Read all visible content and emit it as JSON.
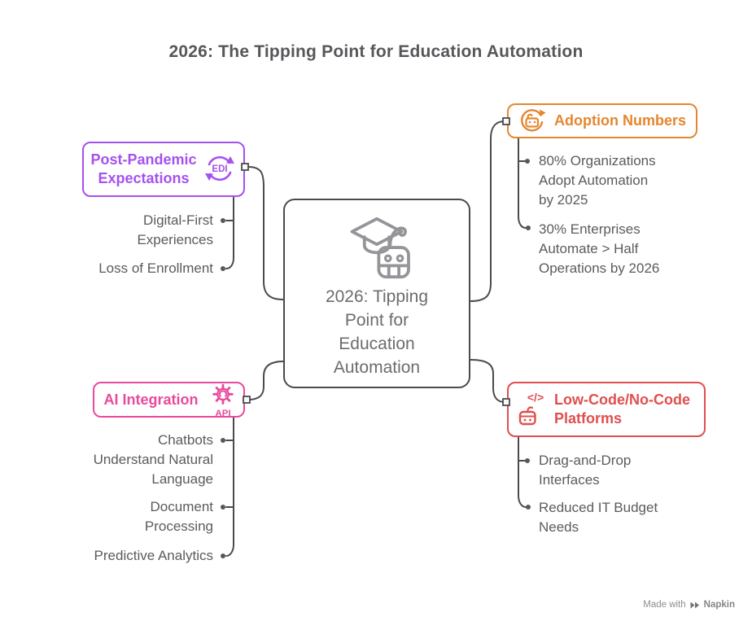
{
  "title": "2026: The Tipping Point for Education Automation",
  "center": {
    "label": "2026: Tipping\nPoint for\nEducation\nAutomation",
    "icon": "graduation-cap-robot"
  },
  "branches": [
    {
      "label": "Post-Pandemic\nExpectations",
      "icon": "edi-cycle",
      "icon_text": "EDI",
      "color": "#a551f0",
      "children": [
        "Digital-First\nExperiences",
        "Loss of Enrollment"
      ]
    },
    {
      "label": "Adoption Numbers",
      "icon": "robot-refresh",
      "color": "#e5862f",
      "children": [
        "80% Organizations\nAdopt Automation\nby 2025",
        "30% Enterprises\nAutomate > Half\nOperations by 2026"
      ]
    },
    {
      "label": "AI Integration",
      "icon": "api-gear",
      "icon_text": "API",
      "color": "#e84a9d",
      "children": [
        "Chatbots\nUnderstand Natural\nLanguage",
        "Document\nProcessing",
        "Predictive Analytics"
      ]
    },
    {
      "label": "Low-Code/No-Code\nPlatforms",
      "icon": "code-robot",
      "icon_text": "</>",
      "color": "#e04f4f",
      "children": [
        "Drag-and-Drop\nInterfaces",
        "Reduced IT Budget\nNeeds"
      ]
    }
  ],
  "footer": {
    "made_with": "Made with",
    "brand": "Napkin"
  },
  "colors": {
    "title_text": "#56575a",
    "body_text": "#5a5b5d",
    "center_text": "#6b6c6f",
    "connector": "#4a4b4d",
    "background": "#ffffff"
  }
}
